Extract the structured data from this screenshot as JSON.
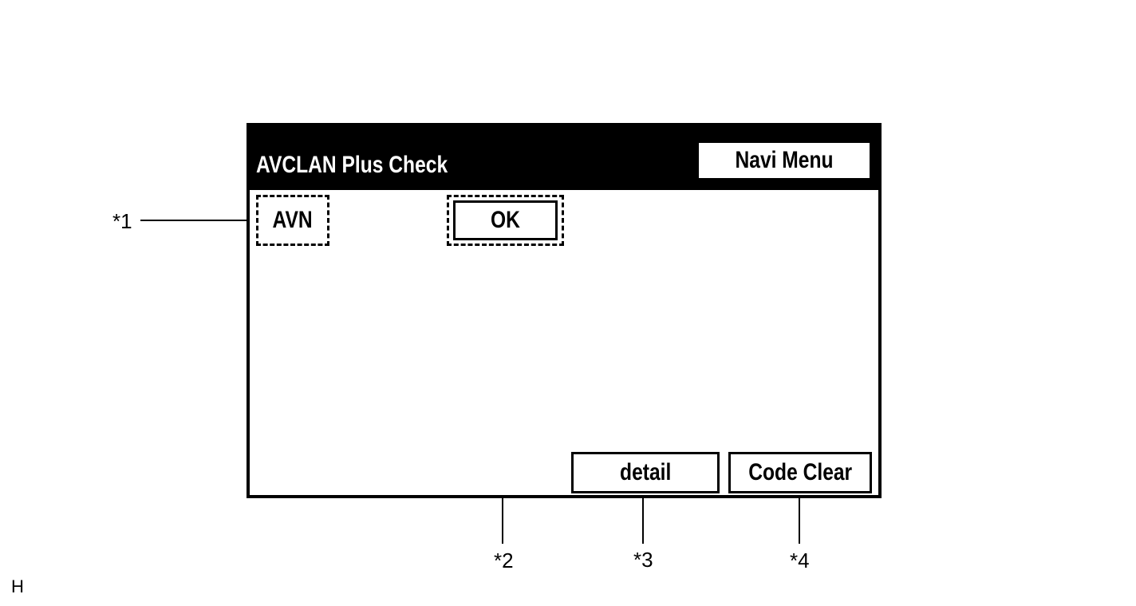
{
  "screen": {
    "title": "AVCLAN Plus Check",
    "navi_menu_label": "Navi Menu",
    "device_label": "AVN",
    "status_label": "OK",
    "detail_label": "detail",
    "code_clear_label": "Code Clear"
  },
  "callouts": [
    "*1",
    "*2",
    "*3",
    "*4"
  ],
  "corner_mark": "H"
}
